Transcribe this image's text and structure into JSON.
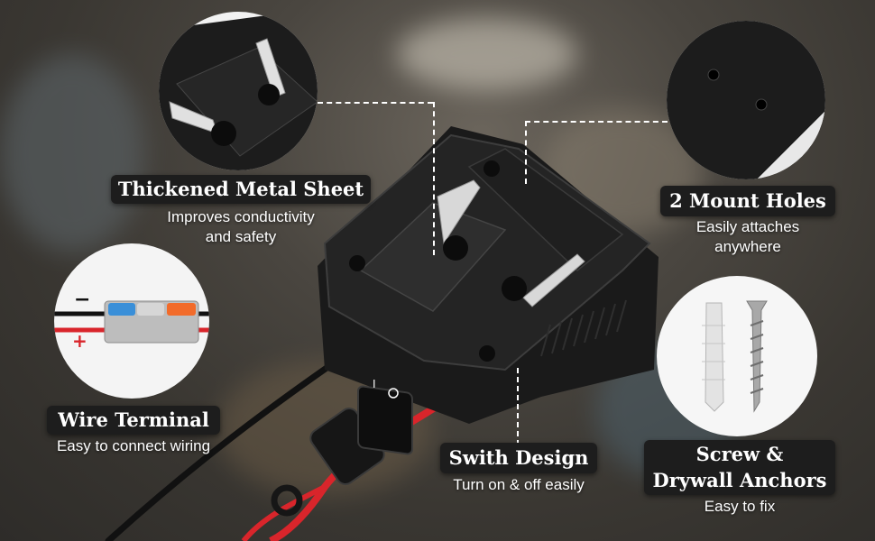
{
  "features": {
    "metal_sheet": {
      "title": "Thickened Metal Sheet",
      "desc_line1": "Improves conductivity",
      "desc_line2": "and safety"
    },
    "mount_holes": {
      "title": "2 Mount Holes",
      "desc_line1": "Easily attaches",
      "desc_line2": "anywhere"
    },
    "wire_terminal": {
      "title": "Wire Terminal",
      "desc": "Easy to connect wiring",
      "minus_symbol": "−",
      "plus_symbol": "+"
    },
    "switch": {
      "title": "Swith Design",
      "desc": "Turn on & off easily"
    },
    "screws": {
      "title_line1": "Screw &",
      "title_line2": "Drywall Anchors",
      "desc": "Easy to fix"
    }
  },
  "colors": {
    "label_bg": "#1d1d1d",
    "label_text": "#ffffff",
    "wire_red": "#d9252b",
    "wire_black": "#111111",
    "terminal_orange": "#f26b2a",
    "terminal_blue": "#3a8fd8"
  }
}
